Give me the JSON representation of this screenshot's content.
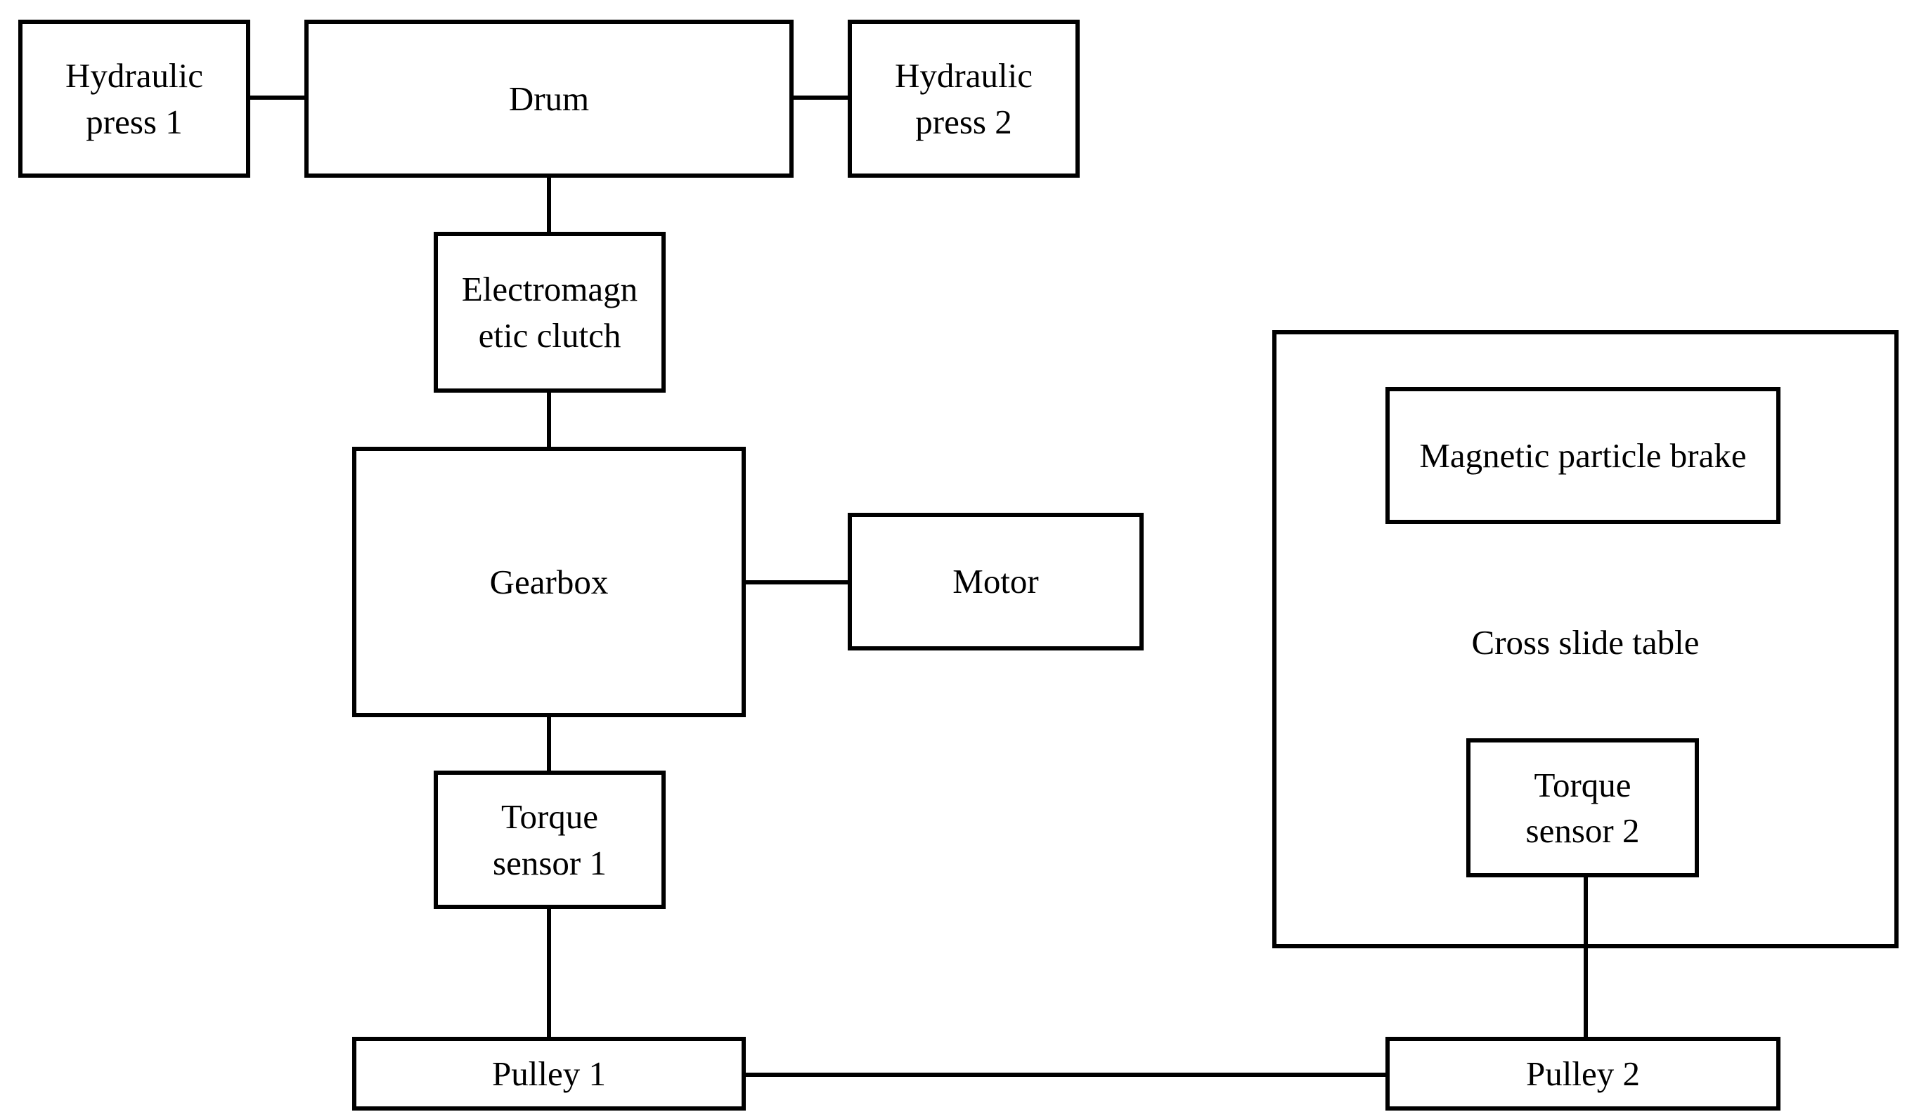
{
  "diagram": {
    "nodes": {
      "hydraulic_press_1": "Hydraulic\npress 1",
      "drum": "Drum",
      "hydraulic_press_2": "Hydraulic\npress 2",
      "electromagnetic_clutch": "Electromagn\netic clutch",
      "gearbox": "Gearbox",
      "motor": "Motor",
      "torque_sensor_1": "Torque\nsensor 1",
      "pulley_1": "Pulley 1",
      "pulley_2": "Pulley 2",
      "cross_slide_table": "Cross slide table",
      "magnetic_particle_brake": "Magnetic particle brake",
      "torque_sensor_2": "Torque\nsensor 2"
    },
    "edges": [
      {
        "from": "hydraulic_press_1",
        "to": "drum"
      },
      {
        "from": "drum",
        "to": "hydraulic_press_2"
      },
      {
        "from": "drum",
        "to": "electromagnetic_clutch"
      },
      {
        "from": "electromagnetic_clutch",
        "to": "gearbox"
      },
      {
        "from": "gearbox",
        "to": "motor"
      },
      {
        "from": "gearbox",
        "to": "torque_sensor_1"
      },
      {
        "from": "torque_sensor_1",
        "to": "pulley_1"
      },
      {
        "from": "pulley_1",
        "to": "pulley_2"
      },
      {
        "from": "torque_sensor_2",
        "to": "pulley_2"
      }
    ],
    "colors": {
      "line": "#000000",
      "background": "#ffffff"
    }
  }
}
